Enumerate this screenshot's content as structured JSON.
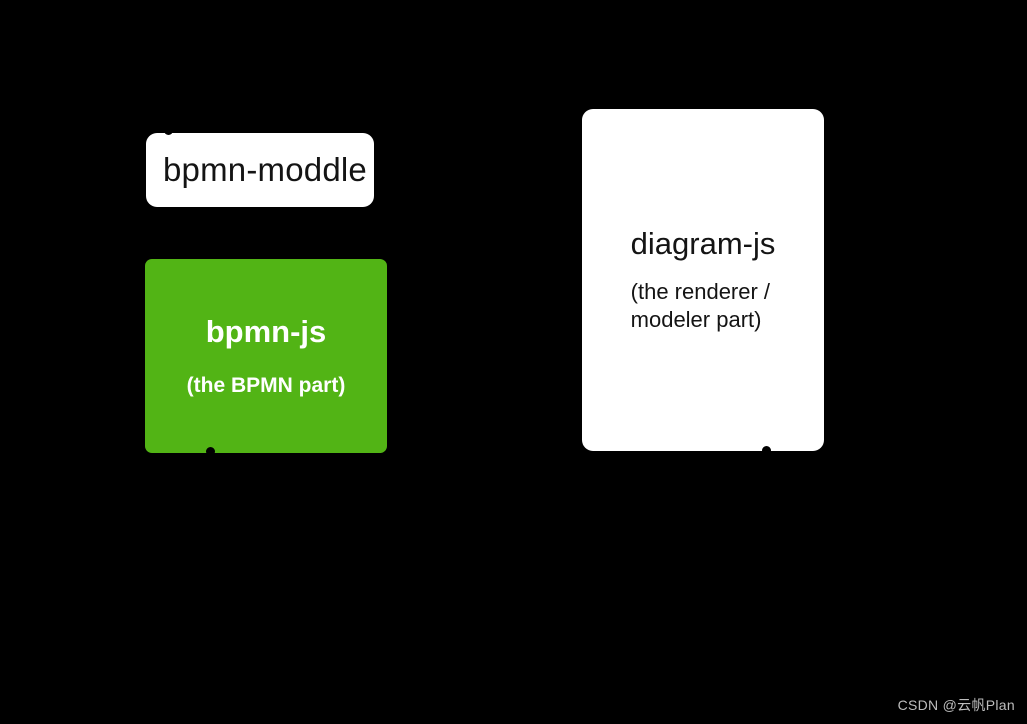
{
  "canvas": {
    "background_color": "#000000"
  },
  "nodes": {
    "bpmn_moddle": {
      "label": "bpmn-moddle",
      "bg_color": "#ffffff",
      "text_color": "#141414"
    },
    "bpmn_js": {
      "label": "bpmn-js",
      "sublabel": "(the BPMN part)",
      "bg_color": "#52b415",
      "text_color": "#ffffff"
    },
    "diagram_js": {
      "label": "diagram-js",
      "sublabel_lines": [
        "(the renderer /",
        "modeler part)"
      ],
      "bg_color": "#ffffff",
      "text_color": "#141414"
    }
  },
  "connectors": {
    "dot_color": "#000000",
    "points": [
      "bpmn-moddle-top",
      "bpmn-js-bottom",
      "diagram-js-bottom"
    ]
  },
  "watermark": {
    "text": "CSDN @云帆Plan",
    "color": "#bdbdbd"
  }
}
